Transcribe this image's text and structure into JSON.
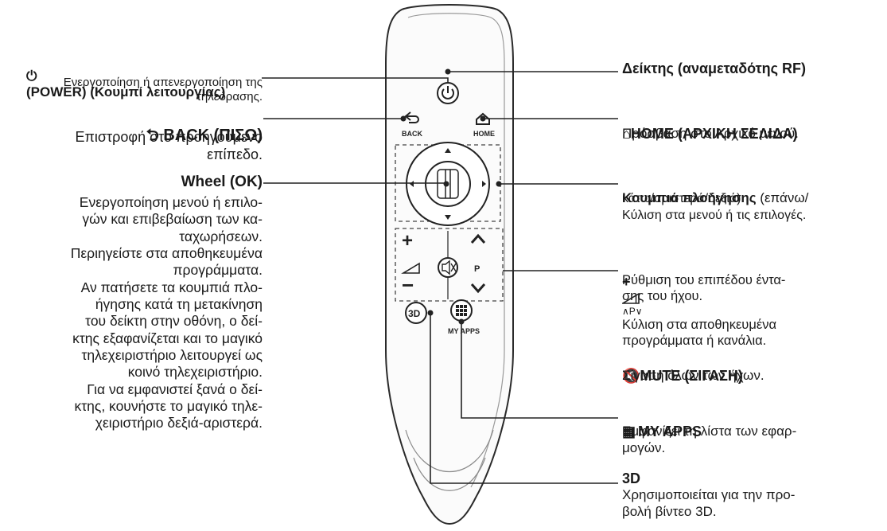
{
  "left": {
    "power": {
      "title": "(POWER) (Κουμπί λειτουργίας)",
      "body": "Ενεργοποίηση ή απενεργοποίηση της\nτηλεόρασης."
    },
    "back": {
      "title": "BACK (ΠΙΣΩ)",
      "body": "Επιστροφή στο προηγούμενο\nεπίπεδο."
    },
    "wheel": {
      "title": "Wheel (OK)",
      "body": "Ενεργοποίηση μενού ή επιλο-\nγών και επιβεβαίωση των κα-\nταχωρήσεων.\nΠεριηγείστε στα αποθηκευμένα\nπρογράμματα.\nΑν πατήσετε τα κουμπιά πλο-\nήγησης κατά τη μετακίνηση\nτου δείκτη στην οθόνη, ο δεί-\nκτης εξαφανίζεται και το μαγικό\nτηλεχειριστήριο λειτουργεί ως\nκοινό τηλεχειριστήριο.\nΓια να εμφανιστεί ξανά ο δεί-\nκτης, κουνήστε το μαγικό τηλε-\nχειριστήριο δεξιά-αριστερά."
    }
  },
  "right": {
    "pointer": {
      "title": "Δείκτης (αναμεταδότης RF)"
    },
    "home": {
      "title": "HOME (ΑΡΧΙΚΗ ΣΕΛΙΔΑ)",
      "body": "Πρόσβαση στο Αρχικό μενού."
    },
    "nav": {
      "title": "Κουμπιά πλοήγησης",
      "title_rest": " (επάνω/",
      "body": "κάτω/αριστερά/δεξιά)\nΚύλιση στα μενού ή τις επιλογές."
    },
    "volume": {
      "title": "+",
      "body": "Ρύθμιση του επιπέδου έντα-\nσης του ήχου."
    },
    "program": {
      "title": "∧P∨",
      "body": "Κύλιση στα αποθηκευμένα\nπρογράμματα ή κανάλια."
    },
    "mute": {
      "title": "MUTE (ΣΙΓΑΣΗ)",
      "body": "Σίγαση όλων των ήχων."
    },
    "myapps": {
      "title": "MY APPS",
      "body": "Εμφανίζει τη λίστα των εφαρ-\nμογών."
    },
    "threed": {
      "title": "3D",
      "body": "Χρησιμοποιείται για την προ-\nβολή βίντεο 3D."
    }
  },
  "remote": {
    "back_label": "BACK",
    "home_label": "HOME",
    "plus": "+",
    "minus": "−",
    "p_label": "P",
    "threed_label": "3D",
    "myapps_label": "MY APPS"
  }
}
